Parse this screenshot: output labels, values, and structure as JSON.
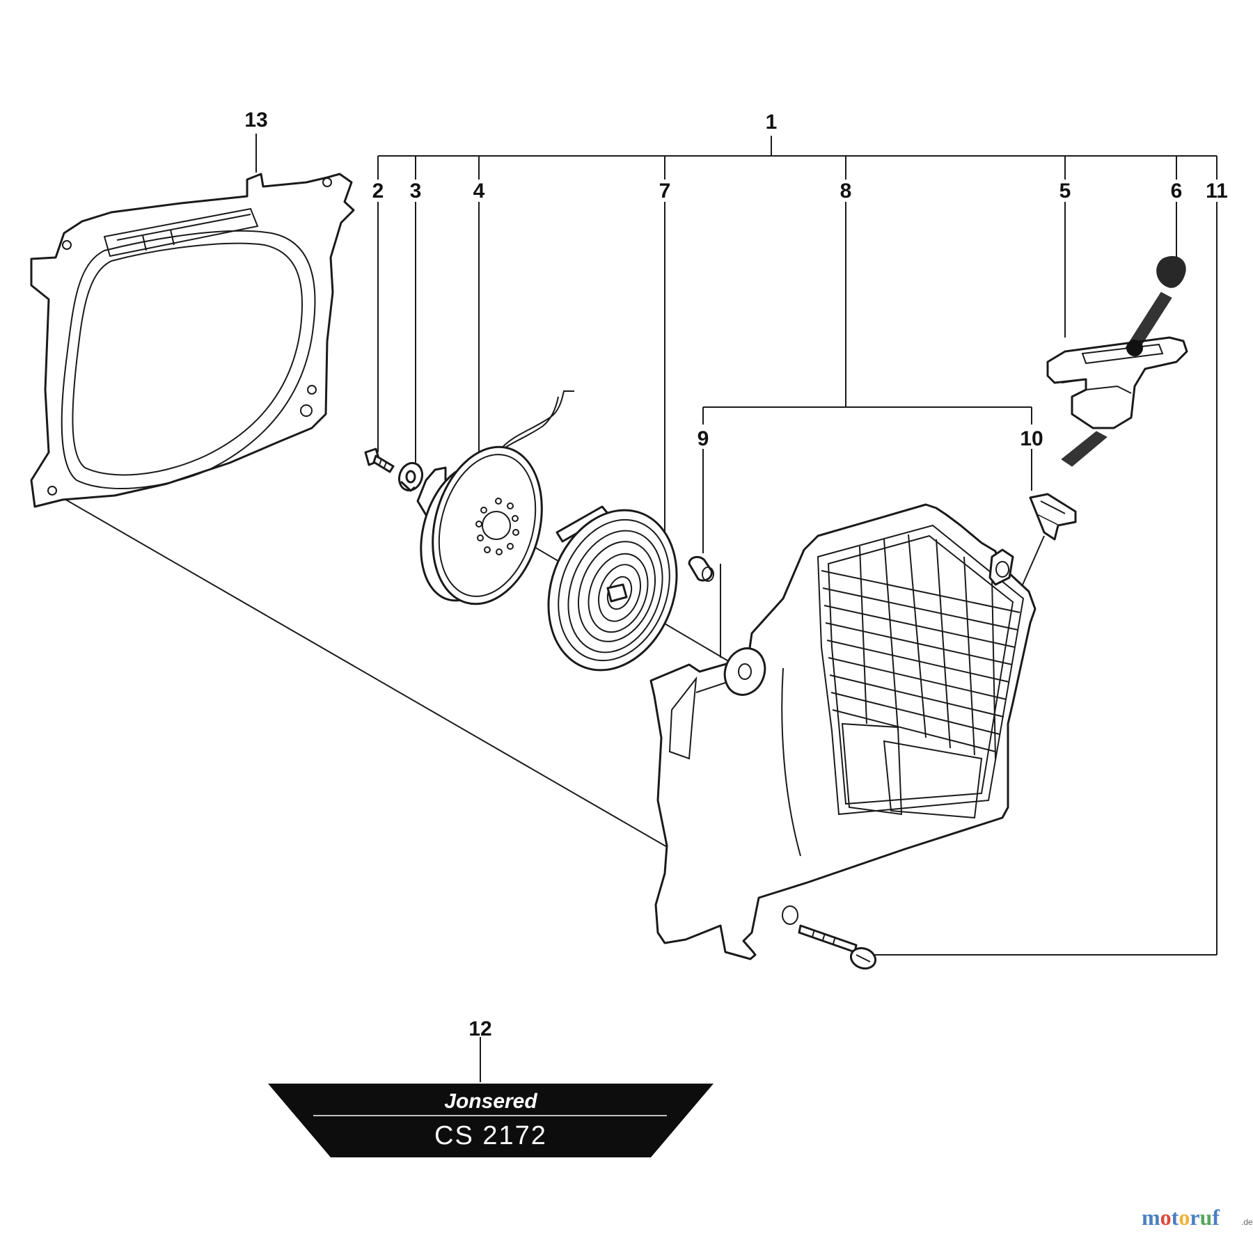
{
  "callouts": {
    "c1": "1",
    "c2": "2",
    "c3": "3",
    "c4": "4",
    "c5": "5",
    "c6": "6",
    "c7": "7",
    "c8": "8",
    "c9": "9",
    "c10": "10",
    "c11": "11",
    "c12": "12",
    "c13": "13"
  },
  "decal": {
    "brand": "Jonsered",
    "model": "CS 2172"
  },
  "watermark": {
    "text": "motoruf",
    "suffix": ".de"
  }
}
